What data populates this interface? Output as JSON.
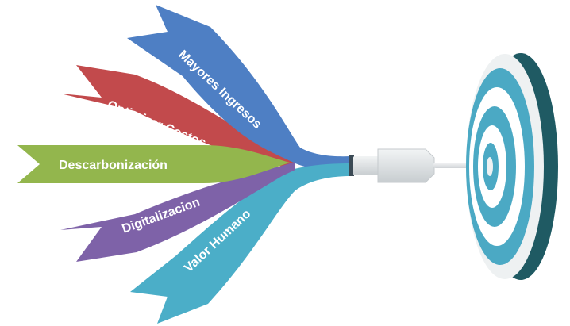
{
  "diagram": {
    "ribbons": [
      {
        "label": "Mayores Ingresos",
        "color": "#4e7fc4"
      },
      {
        "label": "Optimizar Costos",
        "color": "#c24a4c"
      },
      {
        "label": "Descarbonización",
        "color": "#93b64d"
      },
      {
        "label": "Digitalizacion",
        "color": "#7e62a8"
      },
      {
        "label": "Valor Humano",
        "color": "#4baec8"
      }
    ],
    "target_colors": {
      "rim_dark": "#1f5a63",
      "teal": "#4ba9c4",
      "white": "#ffffff",
      "light": "#eef1f2"
    },
    "dart_color": "#dcdfe1"
  }
}
